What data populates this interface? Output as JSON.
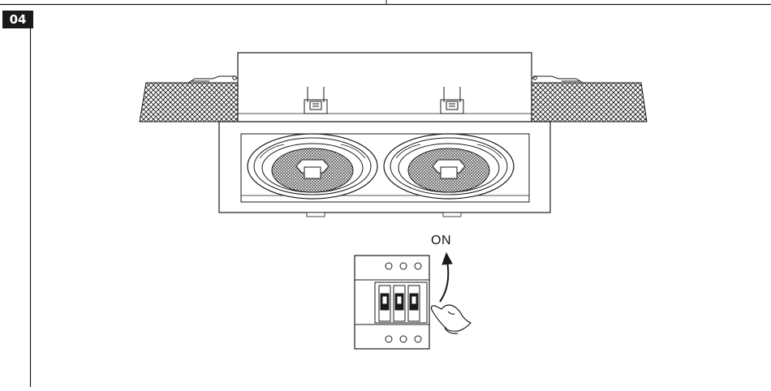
{
  "step": {
    "number": "04"
  },
  "switch": {
    "label": "ON"
  },
  "colors": {
    "ink": "#1a1a1a",
    "paper": "#ffffff"
  },
  "icons": [
    "recessed-spotlight-fixture",
    "circuit-breaker",
    "hand-pointer",
    "up-arrow"
  ]
}
